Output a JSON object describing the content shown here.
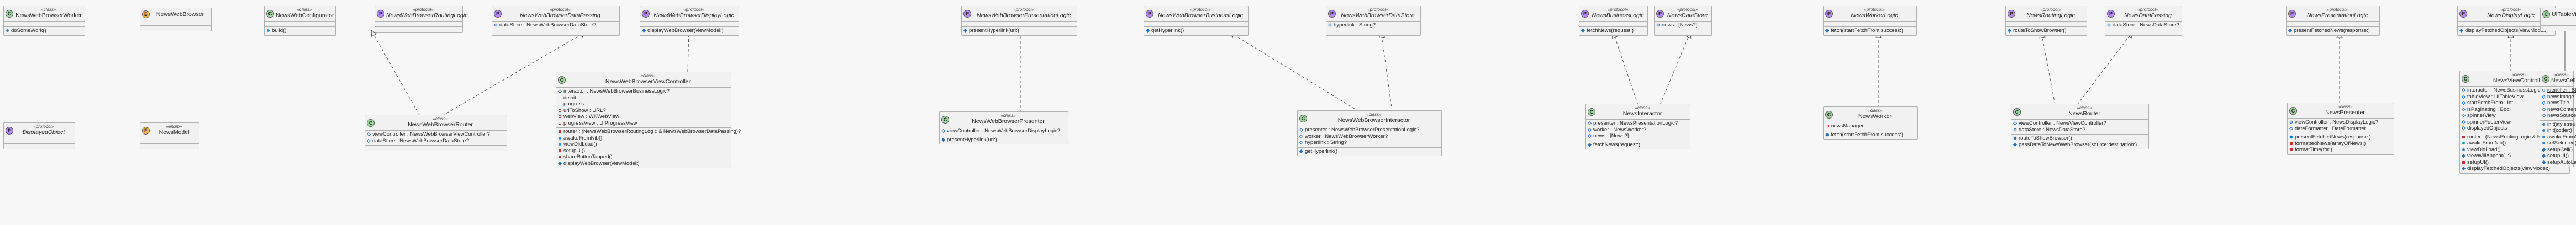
{
  "classes": {
    "nwbworker": {
      "stereo": "«class»",
      "name": "NewsWebBrowserWorker",
      "badge": "C",
      "fields": [],
      "methods": [
        {
          "vis": "pub-op",
          "text": "doSomeWork()"
        }
      ]
    },
    "nwbrowser": {
      "stereo": "",
      "name": "NewsWebBrowser",
      "badge": "E",
      "fields": [],
      "methods": []
    },
    "nwconfigurator": {
      "stereo": "«class»",
      "name": "NewsWebConfigurator",
      "badge": "C",
      "fields": [],
      "methods": [
        {
          "vis": "pub-op",
          "text": "build()",
          "u": true
        }
      ]
    },
    "nwbrouting": {
      "stereo": "«protocol»",
      "name": "NewsWebBrowserRoutingLogic",
      "badge": "P",
      "fields": [],
      "methods": []
    },
    "nwbdatapassing": {
      "stereo": "«protocol»",
      "name": "NewsWebBrowserDataPassing",
      "badge": "P",
      "fields": [
        {
          "vis": "int-fld",
          "text": "dataStore : NewsWebBrowserDataStore?"
        }
      ],
      "methods": []
    },
    "nwbdisplay": {
      "stereo": "«protocol»",
      "name": "NewsWebBrowserDisplayLogic",
      "badge": "P",
      "fields": [],
      "methods": [
        {
          "vis": "int-op",
          "text": "displayWebBrowser(viewModel:)"
        }
      ]
    },
    "nwbpreslogic": {
      "stereo": "«protocol»",
      "name": "NewsWebBrowserPresentationLogic",
      "badge": "P",
      "fields": [],
      "methods": [
        {
          "vis": "int-op",
          "text": "presentHyperlink(url:)"
        }
      ]
    },
    "nwbbizlogic": {
      "stereo": "«protocol»",
      "name": "NewsWebBrowserBusinessLogic",
      "badge": "P",
      "fields": [],
      "methods": [
        {
          "vis": "int-op",
          "text": "getHyperlink()"
        }
      ]
    },
    "nwbdatastore": {
      "stereo": "«protocol»",
      "name": "NewsWebBrowserDataStore",
      "badge": "P",
      "fields": [
        {
          "vis": "int-fld",
          "text": "hyperlink : String?"
        }
      ],
      "methods": []
    },
    "nbizlogic": {
      "stereo": "«protocol»",
      "name": "NewsBusinessLogic",
      "badge": "P",
      "fields": [],
      "methods": [
        {
          "vis": "int-op",
          "text": "fetchNews(request:)"
        }
      ]
    },
    "ndatastore": {
      "stereo": "«protocol»",
      "name": "NewsDataStore",
      "badge": "P",
      "fields": [
        {
          "vis": "int-fld",
          "text": "news : [News?]"
        }
      ],
      "methods": []
    },
    "nworkerlogic": {
      "stereo": "«protocol»",
      "name": "NewsWorkerLogic",
      "badge": "P",
      "fields": [],
      "methods": [
        {
          "vis": "int-op",
          "text": "fetch(startFetchFrom:success:)"
        }
      ]
    },
    "nrouting": {
      "stereo": "«protocol»",
      "name": "NewsRoutingLogic",
      "badge": "P",
      "fields": [],
      "methods": [
        {
          "vis": "int-op",
          "text": "routeToShowBrowser()"
        }
      ]
    },
    "ndatapassing": {
      "stereo": "«protocol»",
      "name": "NewsDataPassing",
      "badge": "P",
      "fields": [
        {
          "vis": "int-fld",
          "text": "dataStore : NewsDataStore?"
        }
      ],
      "methods": []
    },
    "npreslogic": {
      "stereo": "«protocol»",
      "name": "NewsPresentationLogic",
      "badge": "P",
      "fields": [],
      "methods": [
        {
          "vis": "int-op",
          "text": "presentFetchedNews(response:)"
        }
      ]
    },
    "ndisplay": {
      "stereo": "«protocol»",
      "name": "NewsDisplayLogic",
      "badge": "P",
      "fields": [],
      "methods": [
        {
          "vis": "int-op",
          "text": "displayFetchedObjects(viewModel:)"
        }
      ]
    },
    "uitableviewcell": {
      "stereo": "",
      "name": "UITableViewCell",
      "badge": "C",
      "fields": [],
      "methods": []
    },
    "displayedobject": {
      "stereo": "«protocol»",
      "name": "DisplayedObject",
      "badge": "P",
      "fields": [],
      "methods": []
    },
    "newsmodel": {
      "stereo": "«enum»",
      "name": "NewsModel",
      "badge": "E",
      "fields": [],
      "methods": []
    },
    "nwbrouter": {
      "stereo": "«class»",
      "name": "NewsWebBrowserRouter",
      "badge": "C",
      "fields": [
        {
          "vis": "int-fld",
          "text": "viewController : NewsWebBrowserViewController?"
        },
        {
          "vis": "int-fld",
          "text": "dataStore : NewsWebBrowserDataStore?"
        }
      ],
      "methods": []
    },
    "nwbvc": {
      "stereo": "«class»",
      "name": "NewsWebBrowserViewController",
      "badge": "C",
      "fields": [
        {
          "vis": "int-fld",
          "text": "interactor : NewsWebBrowserBusinessLogic?"
        },
        {
          "vis": "priv-fld",
          "text": "deinit"
        },
        {
          "vis": "priv-fld",
          "text": "progress"
        },
        {
          "vis": "priv-fld",
          "text": "urlToShow : URL?"
        },
        {
          "vis": "priv-fld",
          "text": "webView : WKWebView"
        },
        {
          "vis": "priv-fld",
          "text": "progressView : UIProgressView"
        }
      ],
      "methods": [
        {
          "vis": "priv-op",
          "text": "router : (NewsWebBrowserRoutingLogic & NewsWebBrowserDataPassing)?"
        },
        {
          "vis": "pub-op",
          "text": "awakeFromNib()"
        },
        {
          "vis": "pub-op",
          "text": "viewDidLoad()"
        },
        {
          "vis": "priv-op",
          "text": "setupUI()"
        },
        {
          "vis": "priv-op",
          "text": "shareButtonTapped()"
        },
        {
          "vis": "int-op",
          "text": "displayWebBrowser(viewModel:)"
        }
      ]
    },
    "nwbpresenter": {
      "stereo": "«class»",
      "name": "NewsWebBrowserPresenter",
      "badge": "C",
      "fields": [
        {
          "vis": "int-fld",
          "text": "viewController : NewsWebBrowserDisplayLogic?"
        }
      ],
      "methods": [
        {
          "vis": "int-op",
          "text": "presentHyperlink(url:)"
        }
      ]
    },
    "nwbinteractor": {
      "stereo": "«class»",
      "name": "NewsWebBrowserInteractor",
      "badge": "C",
      "fields": [
        {
          "vis": "int-fld",
          "text": "presenter : NewsWebBrowserPresentationLogic?"
        },
        {
          "vis": "int-fld",
          "text": "worker : NewsWebBrowserWorker?"
        },
        {
          "vis": "int-fld",
          "text": "hyperlink : String?"
        }
      ],
      "methods": [
        {
          "vis": "int-op",
          "text": "getHyperlink()"
        }
      ]
    },
    "ninteractor": {
      "stereo": "«class»",
      "name": "NewsInteractor",
      "badge": "C",
      "fields": [
        {
          "vis": "int-fld",
          "text": "presenter : NewsPresentationLogic?"
        },
        {
          "vis": "int-fld",
          "text": "worker : NewsWorker?"
        },
        {
          "vis": "int-fld",
          "text": "news : [News?]"
        }
      ],
      "methods": [
        {
          "vis": "int-op",
          "text": "fetchNews(request:)"
        }
      ]
    },
    "nworker": {
      "stereo": "«class»",
      "name": "NewsWorker",
      "badge": "C",
      "fields": [
        {
          "vis": "priv-fld",
          "text": "newsManager"
        }
      ],
      "methods": [
        {
          "vis": "int-op",
          "text": "fetch(startFetchFrom:success:)"
        }
      ]
    },
    "nrouter": {
      "stereo": "«class»",
      "name": "NewsRouter",
      "badge": "C",
      "fields": [
        {
          "vis": "int-fld",
          "text": "viewController : NewsViewController?"
        },
        {
          "vis": "int-fld",
          "text": "dataStore : NewsDataStore?"
        }
      ],
      "methods": [
        {
          "vis": "int-op",
          "text": "routeToShowBrowser()"
        },
        {
          "vis": "int-op",
          "text": "passDataToNewsWebBrowser(source:destination:)"
        }
      ]
    },
    "npresenter": {
      "stereo": "«class»",
      "name": "NewsPresenter",
      "badge": "C",
      "fields": [
        {
          "vis": "int-fld",
          "text": "viewController : NewsDisplayLogic?"
        },
        {
          "vis": "int-fld",
          "text": "dateFormatter : DateFormatter"
        }
      ],
      "methods": [
        {
          "vis": "int-op",
          "text": "presentFetchedNews(response:)"
        },
        {
          "vis": "priv-op",
          "text": "formattedNews(arrayOfNews:)"
        },
        {
          "vis": "priv-op",
          "text": "formatTime(for:)"
        }
      ]
    },
    "nvc": {
      "stereo": "«class»",
      "name": "NewsViewController",
      "badge": "C",
      "fields": [
        {
          "vis": "int-fld",
          "text": "interactor : NewsBusinessLogic?"
        },
        {
          "vis": "int-fld",
          "text": "tableView : UITableView"
        },
        {
          "vis": "int-fld",
          "text": "startFetchFrom : Int"
        },
        {
          "vis": "int-fld",
          "text": "isPaginating : Bool"
        },
        {
          "vis": "int-fld",
          "text": "spinnerView"
        },
        {
          "vis": "int-fld",
          "text": "spinnerFooterView"
        },
        {
          "vis": "int-fld",
          "text": "displayedObjects"
        }
      ],
      "methods": [
        {
          "vis": "priv-op",
          "text": "router : (NewsRoutingLogic & NewsDataPassing)?"
        },
        {
          "vis": "pub-op",
          "text": "awakeFromNib()"
        },
        {
          "vis": "pub-op",
          "text": "viewDidLoad()"
        },
        {
          "vis": "int-op",
          "text": "viewWillAppear(_:)"
        },
        {
          "vis": "priv-op",
          "text": "setupUI()"
        },
        {
          "vis": "int-op",
          "text": "displayFetchedObjects(viewModel:)"
        }
      ]
    },
    "newscell": {
      "stereo": "«class»",
      "name": "NewsCell",
      "badge": "C",
      "fields": [
        {
          "vis": "pub-fld",
          "text": "identifier : String",
          "u": true
        },
        {
          "vis": "int-fld",
          "text": "newsImage"
        },
        {
          "vis": "int-fld",
          "text": "newsTitle"
        },
        {
          "vis": "int-fld",
          "text": "newsContent"
        },
        {
          "vis": "int-fld",
          "text": "newsSource"
        }
      ],
      "methods": [
        {
          "vis": "pub-op",
          "text": "init(style:reuseIdentifier:)"
        },
        {
          "vis": "pub-op",
          "text": "init(coder:)"
        },
        {
          "vis": "pub-op",
          "text": "awakeFromNib()"
        },
        {
          "vis": "pub-op",
          "text": "setSelected(_:animated:)"
        },
        {
          "vis": "int-op",
          "text": "setupCell()"
        },
        {
          "vis": "int-op",
          "text": "setupUI()"
        },
        {
          "vis": "int-op",
          "text": "setupAutoLayout()"
        }
      ]
    }
  }
}
